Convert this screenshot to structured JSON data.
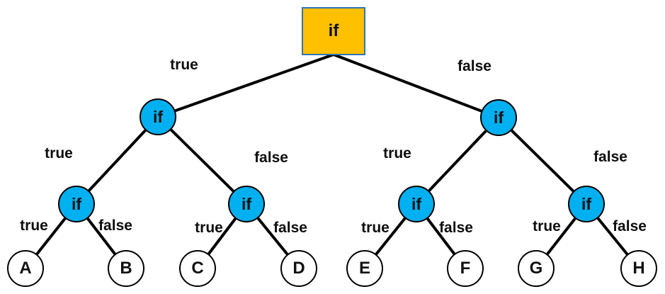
{
  "diagram": {
    "type": "binary-decision-tree",
    "colors": {
      "root_fill": "#FFC000",
      "root_border": "#2E75B6",
      "decision_fill": "#00B0F0",
      "node_border": "#000000",
      "leaf_fill": "#FFFFFF",
      "edge": "#000000",
      "label_text": "#0D0D0D"
    },
    "root": {
      "id": "root",
      "shape": "square",
      "label": "if"
    },
    "decision_nodes": [
      {
        "id": "d0",
        "shape": "circle",
        "label": "if"
      },
      {
        "id": "d1",
        "shape": "circle",
        "label": "if"
      },
      {
        "id": "d2",
        "shape": "circle",
        "label": "if"
      },
      {
        "id": "d3",
        "shape": "circle",
        "label": "if"
      },
      {
        "id": "d4",
        "shape": "circle",
        "label": "if"
      },
      {
        "id": "d5",
        "shape": "circle",
        "label": "if"
      }
    ],
    "leaf_nodes": [
      {
        "id": "leaf-a",
        "shape": "circle",
        "label": "A"
      },
      {
        "id": "leaf-b",
        "shape": "circle",
        "label": "B"
      },
      {
        "id": "leaf-c",
        "shape": "circle",
        "label": "C"
      },
      {
        "id": "leaf-d",
        "shape": "circle",
        "label": "D"
      },
      {
        "id": "leaf-e",
        "shape": "circle",
        "label": "E"
      },
      {
        "id": "leaf-f",
        "shape": "circle",
        "label": "F"
      },
      {
        "id": "leaf-g",
        "shape": "circle",
        "label": "G"
      },
      {
        "id": "leaf-h",
        "shape": "circle",
        "label": "H"
      }
    ],
    "edges": [
      {
        "from": "root",
        "to": "d0",
        "label": "true"
      },
      {
        "from": "root",
        "to": "d1",
        "label": "false"
      },
      {
        "from": "d0",
        "to": "d2",
        "label": "true"
      },
      {
        "from": "d0",
        "to": "d3",
        "label": "false"
      },
      {
        "from": "d1",
        "to": "d4",
        "label": "true"
      },
      {
        "from": "d1",
        "to": "d5",
        "label": "false"
      },
      {
        "from": "d2",
        "to": "leaf-a",
        "label": "true"
      },
      {
        "from": "d2",
        "to": "leaf-b",
        "label": "false"
      },
      {
        "from": "d3",
        "to": "leaf-c",
        "label": "true"
      },
      {
        "from": "d3",
        "to": "leaf-d",
        "label": "false"
      },
      {
        "from": "d4",
        "to": "leaf-e",
        "label": "true"
      },
      {
        "from": "d4",
        "to": "leaf-f",
        "label": "false"
      },
      {
        "from": "d5",
        "to": "leaf-g",
        "label": "true"
      },
      {
        "from": "d5",
        "to": "leaf-h",
        "label": "false"
      }
    ]
  }
}
